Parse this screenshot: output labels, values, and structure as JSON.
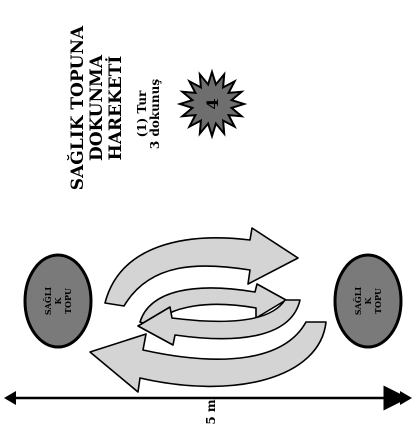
{
  "title": {
    "line1": "SAĞLIK TOPUNA",
    "line2": "DOKUNMA",
    "line3": "HAREKETİ"
  },
  "rule": {
    "line1": "(1)  Tur",
    "line2": "3 dokunuş"
  },
  "badge": {
    "number": "4",
    "icon": "starburst-icon"
  },
  "ball_left": {
    "line1": "SAĞLI",
    "line2": "K",
    "line3": "TOPU"
  },
  "ball_right": {
    "line1": "SAĞLI",
    "line2": "K",
    "line3": "TOPU"
  },
  "distance": "5 m",
  "colors": {
    "ball_fill": "#7a7a7a",
    "arrow_fill": "#d4d4d4",
    "badge_fill": "#6e6e6e",
    "ink": "#000000"
  }
}
